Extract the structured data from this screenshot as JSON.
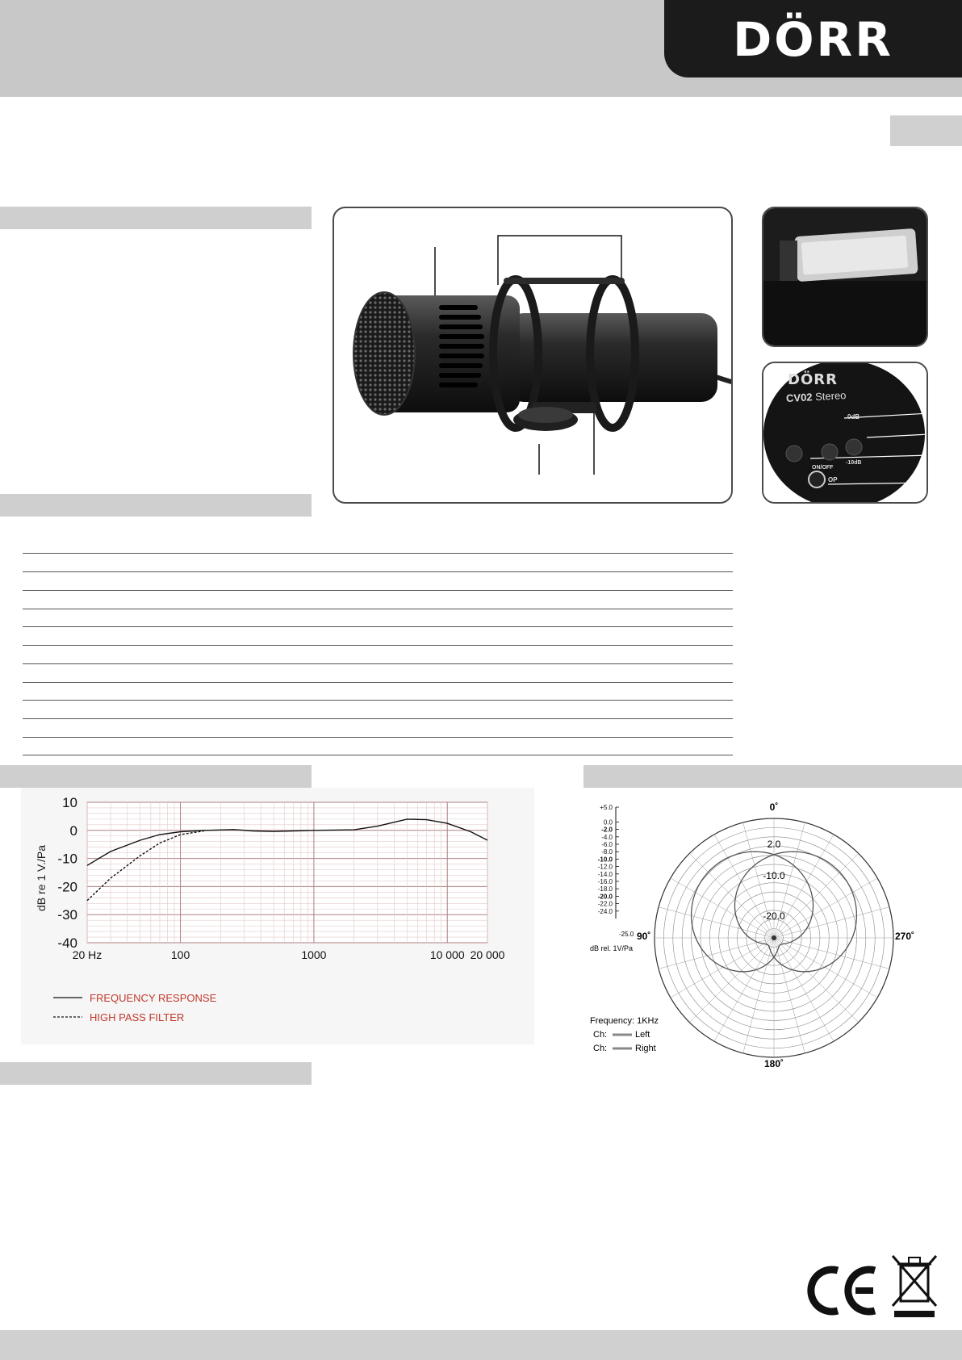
{
  "brand": {
    "name": "DÖRR"
  },
  "main_photo": {
    "subject": "shotgun-microphone-in-shock-mount"
  },
  "control_panel": {
    "brand": "DÖRR",
    "model": "CV02",
    "model_suffix": "Stereo",
    "labels": {
      "zero_db": "0dB",
      "on_off": "ON/OFF",
      "minus_db": "-10dB",
      "output": "OP"
    }
  },
  "frequency_chart": {
    "ylabel": "dB re 1 V./Pa",
    "legend": [
      {
        "name": "FREQUENCY RESPONSE",
        "style": "solid"
      },
      {
        "name": "HIGH PASS FILTER",
        "style": "dashed"
      }
    ]
  },
  "polar_chart": {
    "scale_ticks": [
      "+5.0",
      "0.0",
      "-2.0",
      "-4.0",
      "-6.0",
      "-8.0",
      "-10.0",
      "-12.0",
      "-14.0",
      "-16.0",
      "-18.0",
      "-20.0",
      "-22.0",
      "-24.0"
    ],
    "scale_min": "-25.0",
    "unit": "dB rel. 1V/Pa",
    "angles": {
      "top": "0˚",
      "left": "90˚",
      "right": "270˚",
      "bottom": "180˚"
    },
    "ring_labels": [
      "2.0",
      "-10.0",
      "-20.0"
    ],
    "frequency": "Frequency: 1KHz",
    "channels": [
      {
        "prefix": "Ch:",
        "name": "Left"
      },
      {
        "prefix": "Ch:",
        "name": "Right"
      }
    ]
  },
  "certifications": {
    "ce": "CE"
  },
  "chart_data": {
    "type": "line",
    "title": "",
    "xlabel": "",
    "ylabel": "dB re 1 V./Pa",
    "x_scale": "log",
    "xlim": [
      20,
      20000
    ],
    "ylim": [
      -40,
      10
    ],
    "x_ticks": [
      "20 Hz",
      "100",
      "1000",
      "10 000",
      "20 000"
    ],
    "y_ticks": [
      "10",
      "0",
      "-10",
      "-20",
      "-30",
      "-40"
    ],
    "grid": true,
    "legend_position": "bottom-left",
    "series": [
      {
        "name": "FREQUENCY RESPONSE",
        "x": [
          20,
          30,
          50,
          70,
          100,
          150,
          250,
          350,
          500,
          1000,
          2000,
          3000,
          5000,
          7000,
          10000,
          15000,
          20000
        ],
        "values": [
          -12.5,
          -7.5,
          -3.5,
          -1.5,
          -0.5,
          0,
          0.3,
          -0.2,
          -0.4,
          0,
          0.2,
          1.5,
          4.0,
          3.8,
          2.5,
          -0.5,
          -3.5
        ]
      },
      {
        "name": "HIGH PASS FILTER",
        "x": [
          20,
          30,
          50,
          70,
          100,
          150
        ],
        "values": [
          -25,
          -17,
          -9,
          -4.5,
          -1.5,
          -0.2
        ]
      }
    ]
  }
}
